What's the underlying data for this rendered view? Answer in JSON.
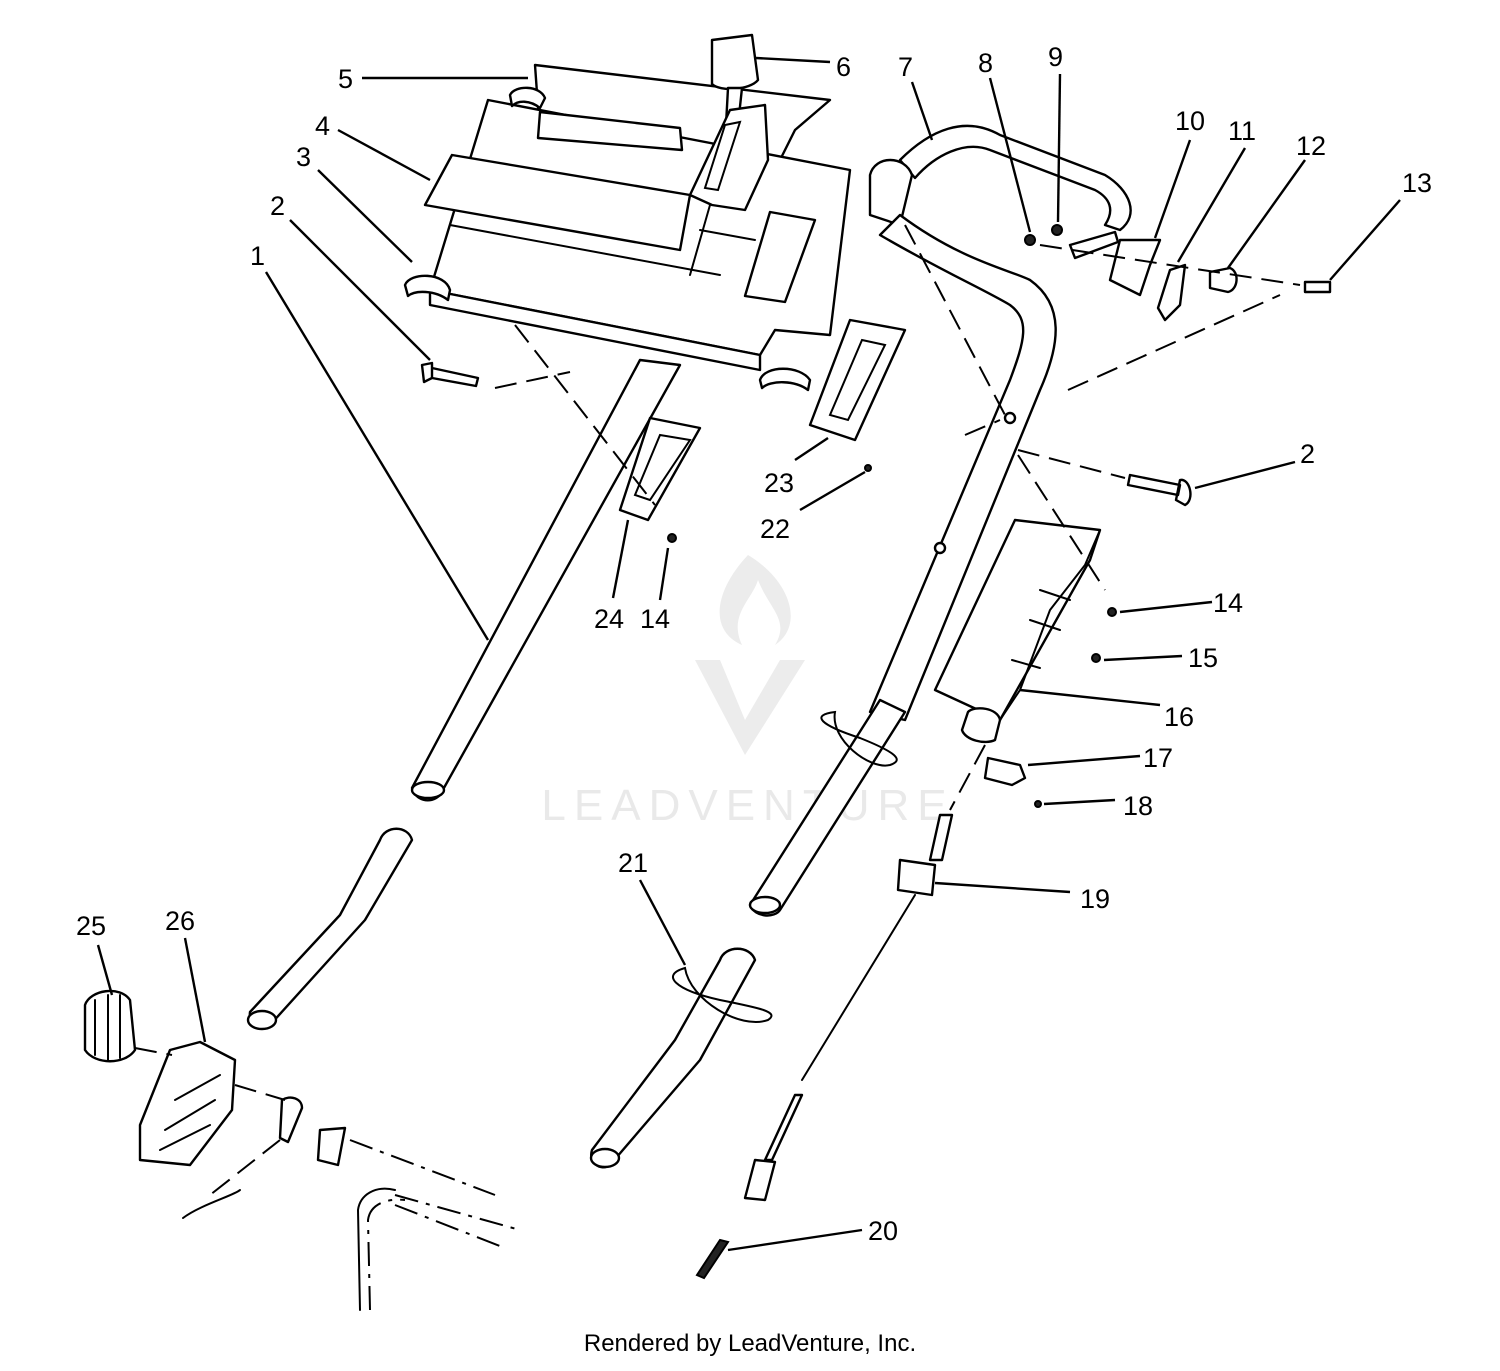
{
  "watermark": {
    "text": "LEADVENTURE"
  },
  "footer": {
    "credit": "Rendered by LeadVenture, Inc."
  },
  "callouts": {
    "c1": "1",
    "c2a": "2",
    "c2b": "2",
    "c3": "3",
    "c4": "4",
    "c5": "5",
    "c6": "6",
    "c7": "7",
    "c8": "8",
    "c9": "9",
    "c10": "10",
    "c11": "11",
    "c12": "12",
    "c13": "13",
    "c14a": "14",
    "c14b": "14",
    "c15": "15",
    "c16": "16",
    "c17": "17",
    "c18": "18",
    "c19": "19",
    "c20": "20",
    "c21": "21",
    "c22": "22",
    "c23": "23",
    "c24": "24",
    "c25": "25",
    "c26": "26"
  }
}
